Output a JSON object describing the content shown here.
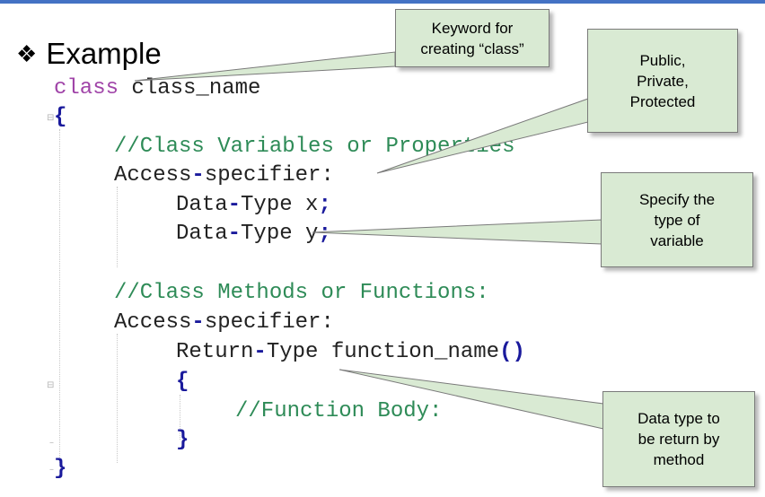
{
  "slide": {
    "bullet_glyph": "❖",
    "heading": "Example"
  },
  "code": {
    "line1": {
      "keyword": "class",
      "rest": " class_name"
    },
    "line2": {
      "brace": "{"
    },
    "line3": {
      "comment": "//Class Variables or Properties"
    },
    "line4": {
      "text": "Access",
      "dash": "-",
      "text2": "specifier:"
    },
    "line5": {
      "text": "Data",
      "dash": "-",
      "text2": "Type x",
      "semi": ";"
    },
    "line6": {
      "text": "Data",
      "dash": "-",
      "text2": "Type y",
      "semi": ";"
    },
    "line7": {
      "comment": "//Class Methods or Functions:"
    },
    "line8": {
      "text": "Access",
      "dash": "-",
      "text2": "specifier:"
    },
    "line9": {
      "text": "Return",
      "dash": "-",
      "text2": "Type function_name",
      "parens": "()"
    },
    "line10": {
      "brace": "{"
    },
    "line11": {
      "comment": "//Function Body:"
    },
    "line12": {
      "brace": "}"
    },
    "line13": {
      "brace": "}"
    }
  },
  "callouts": {
    "keyword": "Keyword for\ncreating “class”",
    "access": "Public,\nPrivate,\nProtected",
    "type": "Specify the\ntype of\nvariable",
    "return": "Data type to\nbe return by\nmethod"
  },
  "colors": {
    "accent_rule": "#4472c4",
    "callout_fill": "#d9ead3",
    "keyword": "#a044a8",
    "comment": "#2e8b57",
    "operator": "#1a1a9c"
  }
}
